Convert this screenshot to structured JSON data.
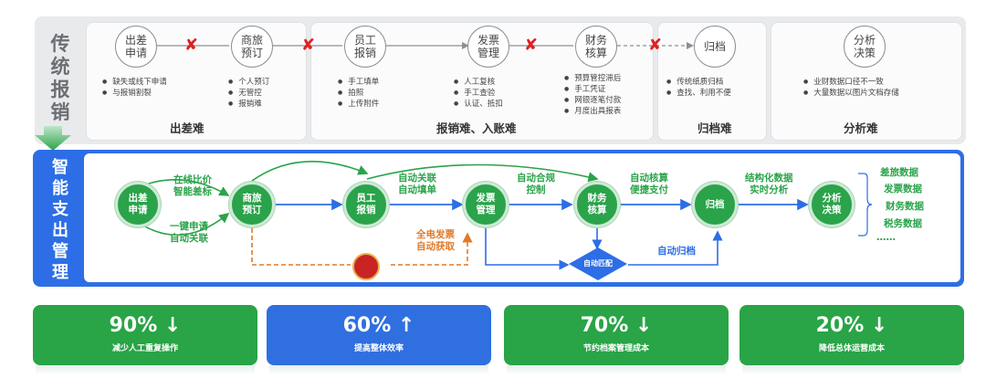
{
  "traditional": {
    "title_chars": [
      "传",
      "统",
      "报",
      "销"
    ],
    "nodes": [
      {
        "label": "出差\n申请"
      },
      {
        "label": "商旅\n预订"
      },
      {
        "label": "员工\n报销"
      },
      {
        "label": "发票\n管理"
      },
      {
        "label": "财务\n核算"
      },
      {
        "label": "归档"
      },
      {
        "label": "分析\n决策"
      }
    ],
    "descs": [
      [
        "缺失或线下申请",
        "与报销割裂"
      ],
      [
        "个人预订",
        "无管控",
        "报销难"
      ],
      [
        "手工填单",
        "拍照",
        "上传附件"
      ],
      [
        "人工复核",
        "手工查验",
        "认证、抵扣"
      ],
      [
        "预算管控滞后",
        "手工凭证",
        "网银逐笔付款",
        "月度出具报表"
      ],
      [
        "传统纸质归档",
        "查找、利用不便"
      ],
      [
        "业财数据口径不一致",
        "大量数据以图片文档存储"
      ]
    ],
    "footers": [
      "出差难",
      "报销难、入账难",
      "归档难",
      "分析难"
    ],
    "cross_symbol": "✘"
  },
  "smart": {
    "title_chars": [
      "智",
      "能",
      "支",
      "出",
      "管",
      "理"
    ],
    "nodes": [
      {
        "label": "出差\n申请"
      },
      {
        "label": "商旅\n预订"
      },
      {
        "label": "员工\n报销"
      },
      {
        "label": "发票\n管理"
      },
      {
        "label": "财务\n核算"
      },
      {
        "label": "归档"
      },
      {
        "label": "分析\n决策"
      }
    ],
    "edge_labels": {
      "price_compare": "在线比价\n智能差标",
      "one_click": "一键申请\n自动关联",
      "auto_link": "自动关联\n自动填单",
      "auto_compliance": "自动合规\n控制",
      "auto_accounting": "自动核算\n便捷支付",
      "structured": "结构化数据\n实时分析",
      "e_invoice": "全电发票\n自动获取",
      "auto_match": "自动匹配",
      "auto_archive": "自动归档"
    },
    "outputs": [
      "差旅数据",
      "发票数据",
      "财务数据",
      "税务数据",
      "……"
    ]
  },
  "metrics": [
    {
      "value": "90% ↓",
      "label": "减少人工重复操作",
      "color": "#29a446"
    },
    {
      "value": "60% ↑",
      "label": "提高整体效率",
      "color": "#2f6fe0"
    },
    {
      "value": "70% ↓",
      "label": "节约档案管理成本",
      "color": "#29a446"
    },
    {
      "value": "20% ↓",
      "label": "降低总体运营成本",
      "color": "#29a446"
    }
  ]
}
